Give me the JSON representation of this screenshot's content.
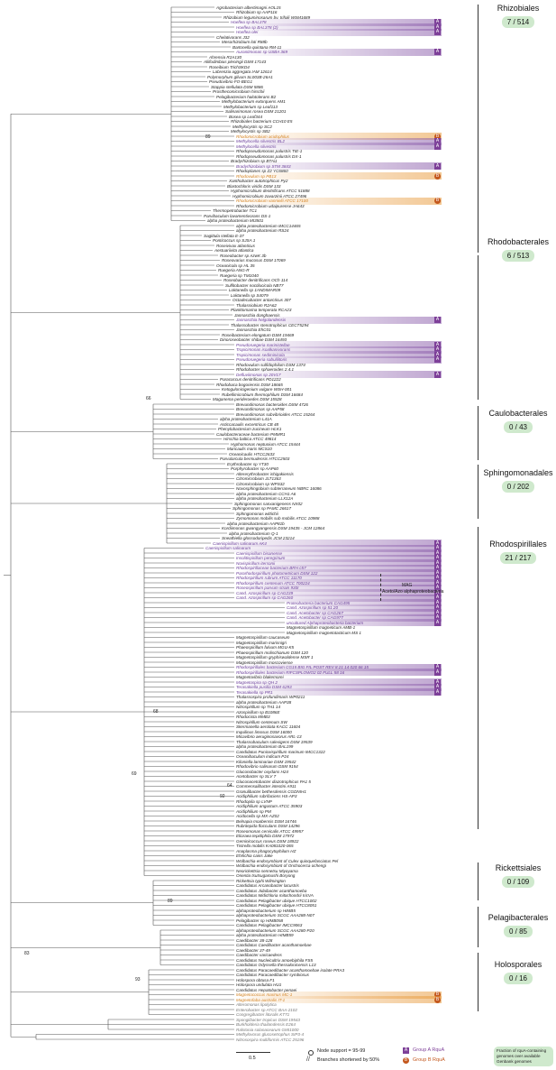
{
  "clades": [
    {
      "name": "Rhizobiales",
      "count": "7 / 514"
    },
    {
      "name": "Rhodobacterales",
      "count": "6 / 513"
    },
    {
      "name": "Caulobacterales",
      "count": "0 / 43"
    },
    {
      "name": "Sphingomonadales",
      "count": "0 / 202"
    },
    {
      "name": "Rhodospirillales",
      "count": "21 / 217"
    },
    {
      "name": "Rickettsiales",
      "count": "0 / 109"
    },
    {
      "name": "Pelagibacterales",
      "count": "0 / 85"
    },
    {
      "name": "Holosporales",
      "count": "0 / 16"
    }
  ],
  "support_values": [
    "89",
    "66",
    "68",
    "64",
    "92",
    "89",
    "69",
    "83",
    "93"
  ],
  "mag_note": {
    "line1": "MAG",
    "line2": "Aceto/Azo alphaproteobacteria"
  },
  "taxa": [
    {
      "label": "Agrobacterium albertimagni AOL15",
      "group": ""
    },
    {
      "label": "Rhizobium sp AAP116",
      "group": ""
    },
    {
      "label": "Rhizobium leguminosarum bv. trifolii WSM1689",
      "group": ""
    },
    {
      "label": "Hoeflea sp BAL378",
      "group": "A"
    },
    {
      "label": "Hoeflea sp BAL378 (2)",
      "group": "A"
    },
    {
      "label": "Hoeflea olei",
      "group": "A"
    },
    {
      "label": "Chelativorans J32",
      "group": ""
    },
    {
      "label": "Mesorhizobium loti R88b",
      "group": ""
    },
    {
      "label": "Bartonella quintana RM-11",
      "group": ""
    },
    {
      "label": "Aurantimonas sp USBA 369",
      "group": "A"
    },
    {
      "label": "Ahrensia R2A130",
      "group": ""
    },
    {
      "label": "Aliifodinibius pleningii DSM 17143",
      "group": ""
    },
    {
      "label": "Roseibium TrichSKD4",
      "group": ""
    },
    {
      "label": "Labrenzia aggregata IAM 12614",
      "group": ""
    },
    {
      "label": "Polymorphum gilvum SL003B-26A1",
      "group": ""
    },
    {
      "label": "Pseudovibrio FO-BEG1",
      "group": ""
    },
    {
      "label": "Stappia stellulata DSM 5886",
      "group": ""
    },
    {
      "label": "Prosthecomicrobium hirschii",
      "group": ""
    },
    {
      "label": "Pelagibacterium halotolerans B2",
      "group": ""
    },
    {
      "label": "Methylobacterium extorquens AM1",
      "group": ""
    },
    {
      "label": "Methylobacterium sp Leaf113",
      "group": ""
    },
    {
      "label": "Salinarimonas rosea DSM 21201",
      "group": ""
    },
    {
      "label": "Bosea sp Leaf344",
      "group": ""
    },
    {
      "label": "Rhizobiales bacterium CCH10 E5",
      "group": ""
    },
    {
      "label": "Methylocystis sp SC2",
      "group": ""
    },
    {
      "label": "Methylocystis sp SB2",
      "group": ""
    },
    {
      "label": "Rhodomicrobium acidophilus",
      "group": "B"
    },
    {
      "label": "Methylocella silvestris BL2",
      "group": "A"
    },
    {
      "label": "Methylocella silvestris",
      "group": "A"
    },
    {
      "label": "Rhodopseudomonas palustris TIE-1",
      "group": ""
    },
    {
      "label": "Rhodopseudomonas palustris DX-1",
      "group": ""
    },
    {
      "label": "Bradyrhizobium sp BTAi1",
      "group": ""
    },
    {
      "label": "Bradyrhizobium sp STM 3843",
      "group": "A"
    },
    {
      "label": "Rhodoplanes sp Z2 YC6860",
      "group": ""
    },
    {
      "label": "Rhodovulum sp PB13",
      "group": "B"
    },
    {
      "label": "Xanthobacter autotrophicus Py2",
      "group": ""
    },
    {
      "label": "Blastochloris viridis DSM 133",
      "group": ""
    },
    {
      "label": "Hyphomicrobium denitrificans ATCC 51888",
      "group": ""
    },
    {
      "label": "Hyphomicrobium zavarzinii ATCC 27496",
      "group": ""
    },
    {
      "label": "Rhodomicrobium vannielii ATCC 17100",
      "group": "B"
    },
    {
      "label": "Rhodomicrobium udaipurense JA643",
      "group": ""
    },
    {
      "label": "Thermopetrobacter TC1",
      "group": ""
    },
    {
      "label": "Parvibaculum lavamentivorans DS-1",
      "group": ""
    },
    {
      "label": "alpha proteobacterium MI3501",
      "group": ""
    },
    {
      "label": "alpha proteobacterium IMCC14465",
      "group": ""
    },
    {
      "label": "alpha proteobacterium RS24",
      "group": ""
    },
    {
      "label": "Sagittula stellata E-37",
      "group": ""
    },
    {
      "label": "Ponticoccus sp SJSA 1",
      "group": ""
    },
    {
      "label": "Roseivivax atlanticus",
      "group": ""
    },
    {
      "label": "Aestuariivita atlantica",
      "group": ""
    },
    {
      "label": "Roseobacter sp AzwK 3b",
      "group": ""
    },
    {
      "label": "Roseovarius mucosus DSM 17069",
      "group": ""
    },
    {
      "label": "Oceanicola sp HL 35",
      "group": ""
    },
    {
      "label": "Ruegeria ANG-R",
      "group": ""
    },
    {
      "label": "Ruegeria sp TM1040",
      "group": ""
    },
    {
      "label": "Roseobacter denitrificans OCh 114",
      "group": ""
    },
    {
      "label": "Sulfitobacter noctilucicola NB77",
      "group": ""
    },
    {
      "label": "Loktanella sp 1ANDIMAR09",
      "group": ""
    },
    {
      "label": "Loktanella sp S4079",
      "group": ""
    },
    {
      "label": "Octadecabacter antarcticus 307",
      "group": ""
    },
    {
      "label": "Thalassiobium R2A62",
      "group": ""
    },
    {
      "label": "Planktomarina temperata RCA23",
      "group": ""
    },
    {
      "label": "Jannaschia donghaensis",
      "group": ""
    },
    {
      "label": "Jannaschia helgolandensis",
      "group": "A"
    },
    {
      "label": "Thalassobacter stenotrophicus CECT5294",
      "group": ""
    },
    {
      "label": "Jannaschia EhC01",
      "group": ""
    },
    {
      "label": "Roseibacterium elongatum DSM 19469",
      "group": ""
    },
    {
      "label": "Dinoroseobacter shibae DSM 16493",
      "group": ""
    },
    {
      "label": "Pseudoruegeria marinistellae",
      "group": "A"
    },
    {
      "label": "Tropicimonas isoalkanivorans",
      "group": "A"
    },
    {
      "label": "Tropicimonas sediminicola",
      "group": "A"
    },
    {
      "label": "Pseudoruegeria sabulilitoris",
      "group": "A"
    },
    {
      "label": "Rhodovulum sulfidophilum DSM 1374",
      "group": ""
    },
    {
      "label": "Rhodobacter sphaeroides 2.4.1",
      "group": ""
    },
    {
      "label": "Defluviimonas sp 20V17",
      "group": "A"
    },
    {
      "label": "Paracoccus denitrificans PD1222",
      "group": ""
    },
    {
      "label": "Rhodobaca bogoriensis DSM 18665",
      "group": ""
    },
    {
      "label": "Ketogulonicigenium vulgare WSH-001",
      "group": ""
    },
    {
      "label": "Rubellimicrobium thermophilum DSM 16684",
      "group": ""
    },
    {
      "label": "Maganema perideroedes DSM 15528",
      "group": ""
    },
    {
      "label": "Brevundimonas bacteroides DSM 4726",
      "group": ""
    },
    {
      "label": "Brevundimonas sp AAP58",
      "group": ""
    },
    {
      "label": "Brevundimonas subvibrioides ATCC 15264",
      "group": ""
    },
    {
      "label": "alpha proteobacterium L41A",
      "group": ""
    },
    {
      "label": "Asticcacaulis excentricus CB 48",
      "group": ""
    },
    {
      "label": "Phenylobacterium zucineum HLK1",
      "group": ""
    },
    {
      "label": "Caulobacteraceae bacterium PMMR1",
      "group": ""
    },
    {
      "label": "Hirschia baltica ATCC 49814",
      "group": ""
    },
    {
      "label": "Hyphomonas neptunium ATCC 15444",
      "group": ""
    },
    {
      "label": "Maricaulis maris MCS10",
      "group": ""
    },
    {
      "label": "Oceanicaulis HTCC2633",
      "group": ""
    },
    {
      "label": "Parvularcula bermudensis HTCC2503",
      "group": ""
    },
    {
      "label": "Erythrobacter sp YT30",
      "group": ""
    },
    {
      "label": "Porphyrobacter sp AAP60",
      "group": ""
    },
    {
      "label": "Altererythrobacter ishigakiensis",
      "group": ""
    },
    {
      "label": "Citromicrobium JLT1363",
      "group": ""
    },
    {
      "label": "Citromicrobium sp WPS32",
      "group": ""
    },
    {
      "label": "Novosphingobium subterraneum NBRC 16086",
      "group": ""
    },
    {
      "label": "alpha proteobacterium CCH1 A6",
      "group": ""
    },
    {
      "label": "alpha proteobacterium LLX12A",
      "group": ""
    },
    {
      "label": "Sphingomonas sanxanigenens NX02",
      "group": ""
    },
    {
      "label": "Sphingomonas sp PAMC 26617",
      "group": ""
    },
    {
      "label": "Sphingomonas wittichii",
      "group": ""
    },
    {
      "label": "Zymomonas mobilis sub mobilis ATCC 10988",
      "group": ""
    },
    {
      "label": "alpha proteobacterium AAP81b",
      "group": ""
    },
    {
      "label": "Kordiimonas gwangyangensis DSM 19435 - JCM 12864",
      "group": ""
    },
    {
      "label": "alpha proteobacterium Q-1",
      "group": ""
    },
    {
      "label": "Sneathiella glossodoripedis JCM 23214",
      "group": ""
    },
    {
      "label": "Caenispirillum salinarum AK4",
      "group": "A"
    },
    {
      "label": "Caenispirillum salinarum",
      "group": "A"
    },
    {
      "label": "Caenispirillum bisanense",
      "group": "A"
    },
    {
      "label": "Insolitispirillum peregrinum",
      "group": "A"
    },
    {
      "label": "Novispirillum itersonii",
      "group": "A"
    },
    {
      "label": "Rhodospirillaceae bacterium BRH c57",
      "group": "A"
    },
    {
      "label": "Pararhodospirillum photometricum DSM 122",
      "group": "A"
    },
    {
      "label": "Rhodospirillum rubrum ATCC 11170",
      "group": "A"
    },
    {
      "label": "Rhodospirillum centenum ATCC 700224",
      "group": "A"
    },
    {
      "label": "Roseospirillum parvum strain 930I",
      "group": "A"
    },
    {
      "label": "Cand. Azospirillum sp CAG239",
      "group": "A"
    },
    {
      "label": "Cand. Azospirillum sp CAG260",
      "group": "A"
    },
    {
      "label": "Proteobacteria bacterium CAG495",
      "group": "A"
    },
    {
      "label": "Cand. Azospirillum sp 51 20",
      "group": "A"
    },
    {
      "label": "Cand. Acetobacter sp CAG267",
      "group": "A"
    },
    {
      "label": "Cand. Acetobacter sp CAG977",
      "group": "A"
    },
    {
      "label": "uncultured Alphaproteobacteria bacterium",
      "group": "A"
    },
    {
      "label": "Magnetospirillum magneticum AMB-1",
      "group": ""
    },
    {
      "label": "Magnetospirillum magnetotacticum MS 1",
      "group": ""
    },
    {
      "label": "Magnetospirillum caucaseum",
      "group": ""
    },
    {
      "label": "Magnetospirillum marisnigri",
      "group": ""
    },
    {
      "label": "Phaeospirillum fulvum MGU-K5",
      "group": ""
    },
    {
      "label": "Phaeospirillum molischianum DSM 120",
      "group": ""
    },
    {
      "label": "Magnetospirillum gryphiswaldense MSR 1",
      "group": ""
    },
    {
      "label": "Magnetospirillum moscoviense",
      "group": ""
    },
    {
      "label": "Rhodospirillales bacterium CG15 BIG FIL POST REV 8 21 14 020 66 15",
      "group": "A"
    },
    {
      "label": "Rhodospirillales bacterium RIFCSPLOWO2 02 FULL 58 16",
      "group": "A"
    },
    {
      "label": "Magnetovibrio blakemorei",
      "group": ""
    },
    {
      "label": "Magnetospira sp QH 2",
      "group": "A"
    },
    {
      "label": "Terasakiella pusilla DSM 6293",
      "group": "A"
    },
    {
      "label": "Terasakiella sp PR1",
      "group": "A"
    },
    {
      "label": "Thalassospira profundimaris WP0211",
      "group": ""
    },
    {
      "label": "alpha proteobacterium AAP38",
      "group": ""
    },
    {
      "label": "Nitrospirillum sp TH1 14",
      "group": ""
    },
    {
      "label": "Azospirillum sp B1086E",
      "group": ""
    },
    {
      "label": "Rhodocista MMB3",
      "group": ""
    },
    {
      "label": "Nitrospirillum centenum SW",
      "group": ""
    },
    {
      "label": "Skermanella aerolata KACC 11604",
      "group": ""
    },
    {
      "label": "Inquilinus limosus DSM 16000",
      "group": ""
    },
    {
      "label": "Micavibrio aeruginosavorus ARL-13",
      "group": ""
    },
    {
      "label": "Thalassobaculum salexigens DSM 19539",
      "group": ""
    },
    {
      "label": "alpha proteobacterium BAL199",
      "group": ""
    },
    {
      "label": "Candidatus Puniceispirillum marinum IMCC1322",
      "group": ""
    },
    {
      "label": "Oceanibaculum indicum P24",
      "group": ""
    },
    {
      "label": "Kiloniella laminariae DSM 19542",
      "group": ""
    },
    {
      "label": "Rhodovibrio salinarum DSM 9154",
      "group": ""
    },
    {
      "label": "Gluconobacter oxydans H24",
      "group": ""
    },
    {
      "label": "Acetobacter sp SLV 7",
      "group": ""
    },
    {
      "label": "Gluconacetobacter diazotrophicus PA1 5",
      "group": ""
    },
    {
      "label": "Commensalibacter intestini A911",
      "group": ""
    },
    {
      "label": "Granulibacter bethesdensis CGDNIH1",
      "group": ""
    },
    {
      "label": "Acidiphilium rubrifaciens HS-AP3",
      "group": ""
    },
    {
      "label": "Rhodopila sp LVNP",
      "group": ""
    },
    {
      "label": "Acidiphilium angustum ATCC 35903",
      "group": ""
    },
    {
      "label": "Acidiphilium sp PM",
      "group": ""
    },
    {
      "label": "Acidocella sp MX-AZ02",
      "group": ""
    },
    {
      "label": "Belnapia moabensis DSM 16746",
      "group": ""
    },
    {
      "label": "Rubritepida flocculans DSM 14296",
      "group": ""
    },
    {
      "label": "Roseomonas cervicalis ATCC 49957",
      "group": ""
    },
    {
      "label": "Elioraea tepidiphila DSM 17972",
      "group": ""
    },
    {
      "label": "Geminicoccus roseus DSM 18922",
      "group": ""
    },
    {
      "label": "Tistrella mobilis KA081020-065",
      "group": ""
    },
    {
      "label": "Anaplasma phagocytophilum HZ",
      "group": ""
    },
    {
      "label": "Ehrlichia canis Jake",
      "group": ""
    },
    {
      "label": "Wolbachia endosymbiont of Culex quinquefasciatus Pel",
      "group": ""
    },
    {
      "label": "Wolbachia endosymbiont of Onchocerca ochengi",
      "group": ""
    },
    {
      "label": "Neorickettsia sennetsu Miyayama",
      "group": ""
    },
    {
      "label": "Orientia tsutsugamushi Boryong",
      "group": ""
    },
    {
      "label": "Rickettsia typhi Wilmington",
      "group": ""
    },
    {
      "label": "Candidatus Arcanobacter lacustris",
      "group": ""
    },
    {
      "label": "Candidatus Jidaibacter acanthamoeba",
      "group": ""
    },
    {
      "label": "Candidatus Midichloria mitochondrii IricVA",
      "group": ""
    },
    {
      "label": "Candidatus Pelagibacter ubique HTCC1002",
      "group": ""
    },
    {
      "label": "Candidatus Pelagibacter ubique HTCC8051",
      "group": ""
    },
    {
      "label": "alphaproteobacterium sp HIMB5",
      "group": ""
    },
    {
      "label": "alphaproteobacterium SCGC AAA288-N07",
      "group": ""
    },
    {
      "label": "Pelagibacter sp HIMB058",
      "group": ""
    },
    {
      "label": "Candidatus Pelagibacter IMCC9063",
      "group": ""
    },
    {
      "label": "alphaproteobacterium SCGC AAA280-P20",
      "group": ""
    },
    {
      "label": "alpha proteobacterium HIMB59",
      "group": ""
    },
    {
      "label": "Caedibacter 38-128",
      "group": ""
    },
    {
      "label": "Candidatus Caedibacter acanthamoebae",
      "group": ""
    },
    {
      "label": "Caedibacter 37-49",
      "group": ""
    },
    {
      "label": "Caedibacter varicaedens",
      "group": ""
    },
    {
      "label": "Candidatus Nucleicultrix amoebiphila FS5",
      "group": ""
    },
    {
      "label": "Candidatus Odyssella thessalonicensis L13",
      "group": ""
    },
    {
      "label": "Candidatus Paracaedibacter acanthamoebae isolate PRA3",
      "group": ""
    },
    {
      "label": "Candidatus Paracaedibacter symbiosus",
      "group": ""
    },
    {
      "label": "Holospora obtusa F1",
      "group": ""
    },
    {
      "label": "Holospora undulata HU1",
      "group": ""
    },
    {
      "label": "Candidatus Hepatobacter penaei",
      "group": ""
    },
    {
      "label": "Magnetococcus marinus MC-1",
      "group": "B"
    },
    {
      "label": "Magnetofaba australis IT-1",
      "group": "B"
    },
    {
      "label": "Alteromonas lipolytica",
      "group": "G"
    },
    {
      "label": "Enterobacter sp ATCC BAA-2102",
      "group": "G"
    },
    {
      "label": "Congregibacter litoralis KT71",
      "group": "G"
    },
    {
      "label": "Spongiibacter tropicus DSM 19543",
      "group": "G"
    },
    {
      "label": "Burkholderia thailandensis E264",
      "group": "G"
    },
    {
      "label": "Ralstonia solanacearum GMI1000",
      "group": "G"
    },
    {
      "label": "Methylovorus glucosetrophus SIP3-4",
      "group": "G"
    },
    {
      "label": "Nitrosospira multiformis ATCC 25196",
      "group": "G"
    }
  ],
  "legend": {
    "scale": "0.5",
    "node_support": "Node support = 95-99",
    "branches_shortened": "Branches shortened by 50%",
    "group_a": "Group A RquA",
    "group_b": "Group B RquA",
    "fraction_note": "Fraction of rquA-containing genomes over available Genbank genomes"
  },
  "colors": {
    "group_a": "#7d3f98",
    "group_b": "#c4581e",
    "clade_pill": "#cfe9cd"
  }
}
